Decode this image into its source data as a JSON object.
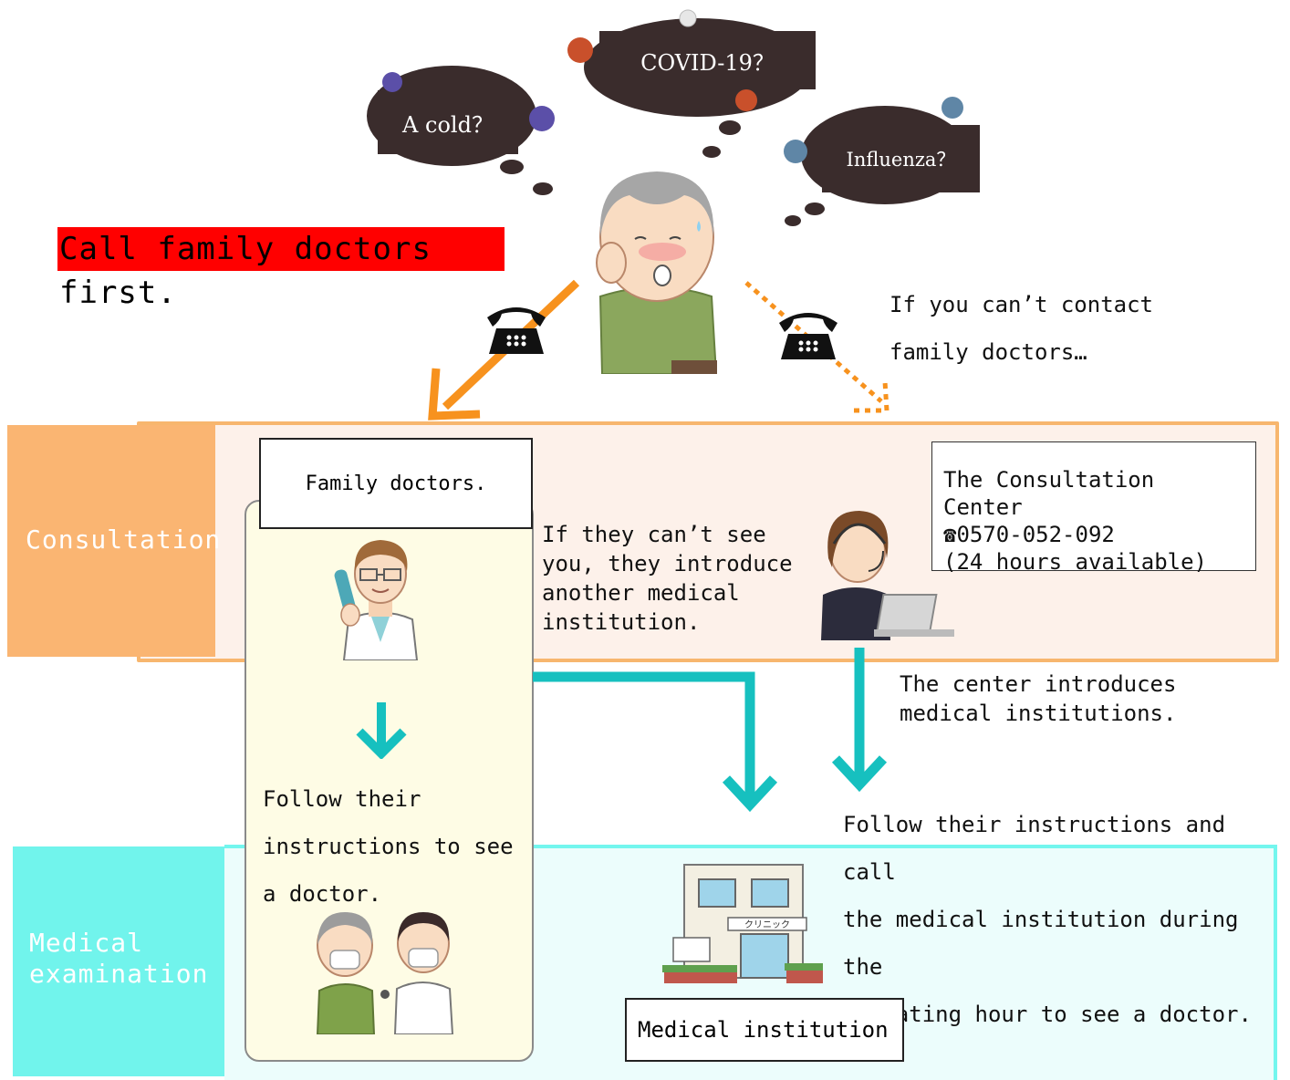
{
  "thoughts": {
    "cold": "A cold？",
    "covid": "COVID-19？",
    "flu": "Influenza？"
  },
  "call_first": "Call family doctors first.",
  "cant_contact": {
    "line1": "If you can’t contact",
    "line2": "family doctors…"
  },
  "consultation": {
    "label": "Consultation",
    "family_doctors": "Family doctors.",
    "introduce_text": [
      "If they can’t see",
      "you, they introduce",
      "another medical",
      "institution."
    ],
    "center": {
      "name": "The Consultation Center",
      "phone": "☎0570-052-092",
      "hours": "(24 hours available)"
    },
    "center_introduces": [
      "The center introduces",
      "medical institutions."
    ]
  },
  "examination": {
    "label_lines": [
      "Medical",
      "examination"
    ],
    "follow_family": [
      "Follow their",
      "instructions to see",
      "a doctor."
    ],
    "follow_center": [
      "Follow their instructions and call",
      "the medical institution during the",
      "operating hour to see a doctor."
    ],
    "medical_institution": "Medical institution",
    "clinic_sign": "クリニック"
  },
  "colors": {
    "orange_arrow": "#f7921e",
    "teal_arrow": "#16c0bf",
    "consult_tab": "#fab572",
    "exam_tab": "#71f4ec",
    "highlight_red": "#ff0000"
  }
}
